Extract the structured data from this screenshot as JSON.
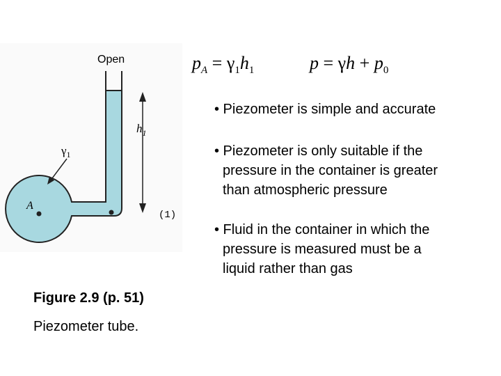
{
  "equations": {
    "eq1": {
      "lhs": "p",
      "lhs_sub": "A",
      "rhs_sym": "γ",
      "rhs_sub": "1",
      "rhs_var": "h",
      "rhs_var_sub": "1"
    },
    "eq2": {
      "lhs": "p",
      "rhs_sym": "γ",
      "rhs_var": "h",
      "plus_var": "p",
      "plus_sub": "0"
    }
  },
  "bullets": [
    {
      "lines": [
        "• Piezometer is simple and accurate"
      ]
    },
    {
      "lines": [
        "• Piezometer is only suitable if the",
        "pressure in the container is greater",
        "than atmospheric pressure"
      ]
    },
    {
      "lines": [
        "• Fluid in the container in which the",
        "pressure is measured must be a",
        "liquid rather than gas"
      ]
    }
  ],
  "figure": {
    "open_label": "Open",
    "gamma_label": "γ",
    "gamma_sub": "1",
    "h_label": "h",
    "h_sub": "1",
    "point_a_label": "A",
    "point_1_label": "(1)",
    "fluid_color": "#a8d8e0",
    "outline_color": "#222222"
  },
  "caption": {
    "title": "Figure 2.9 (p. 51)",
    "subtitle": "Piezometer tube."
  }
}
